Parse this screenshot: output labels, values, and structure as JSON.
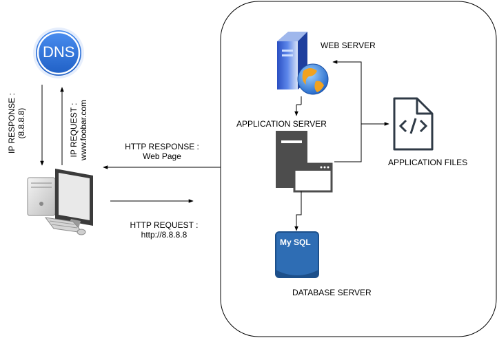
{
  "dns": {
    "label": "DNS"
  },
  "ip_response": {
    "line1": "IP RESPONSE :",
    "line2": "(8.8.8.8)"
  },
  "ip_request": {
    "line1": "IP REQUEST :",
    "line2": "www.foobar.com"
  },
  "http_response": {
    "line1": "HTTP RESPONSE :",
    "line2": "Web Page"
  },
  "http_request": {
    "line1": "HTTP REQUEST :",
    "line2": "http://8.8.8.8"
  },
  "servers": {
    "web": "WEB SERVER",
    "application": "APPLICATION SERVER",
    "files": "APPLICATION FILES",
    "database": "DATABASE SERVER",
    "mysql_label": "My SQL"
  },
  "colors": {
    "dns_blue": "#2b6fd6",
    "server_gray": "#4d4d4d",
    "mysql_blue": "#2e6db4",
    "line": "#000000"
  }
}
